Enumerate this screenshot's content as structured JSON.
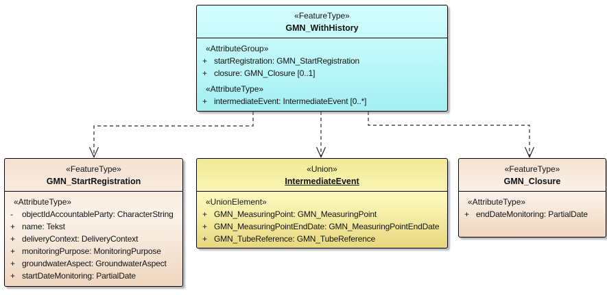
{
  "diagram": {
    "kind": "uml-class-diagram",
    "colors": {
      "canvas_bg": "#ffffff",
      "border": "#000000",
      "shadow": "#7d7d7d",
      "connector": "#262626",
      "text": "#111111"
    },
    "classes": [
      {
        "stereotype": "«FeatureType»",
        "name": "GMN_WithHistory",
        "name_underline": false,
        "fill": {
          "top": "#d4fdfe",
          "mid": "#c0f8fa",
          "bottom": "#a4efF3"
        },
        "sections": [
          {
            "stereotype": "«AttributeGroup»",
            "attributes": [
              {
                "visibility": "+",
                "text": "startRegistration: GMN_StartRegistration"
              },
              {
                "visibility": "+",
                "text": "closure: GMN_Closure [0..1]"
              }
            ]
          },
          {
            "stereotype": "«AttributeType»",
            "attributes": [
              {
                "visibility": "+",
                "text": "intermediateEvent: IntermediateEvent [0..*]"
              }
            ]
          }
        ]
      },
      {
        "stereotype": "«FeatureType»",
        "name": "GMN_StartRegistration",
        "name_underline": false,
        "fill": {
          "top": "#f5e2d1",
          "mid": "#fbf2e9",
          "bottom": "#efd6bf"
        },
        "sections": [
          {
            "stereotype": "«AttributeType»",
            "attributes": [
              {
                "visibility": "-",
                "text": "objectIdAccountableParty: CharacterString"
              },
              {
                "visibility": "+",
                "text": "name: Tekst"
              },
              {
                "visibility": "+",
                "text": "deliveryContext: DeliveryContext"
              },
              {
                "visibility": "+",
                "text": "monitoringPurpose: MonitoringPurpose"
              },
              {
                "visibility": "+",
                "text": "groundwaterAspect: GroundwaterAspect"
              },
              {
                "visibility": "+",
                "text": "startDateMonitoring: PartialDate"
              }
            ]
          }
        ]
      },
      {
        "stereotype": "«Union»",
        "name": "IntermediateEvent",
        "name_underline": true,
        "fill": {
          "top": "#f1e995",
          "mid": "#fcf8bb",
          "bottom": "#e8d77d"
        },
        "sections": [
          {
            "stereotype": "«UnionElement»",
            "attributes": [
              {
                "visibility": "+",
                "text": "GMN_MeasuringPoint: GMN_MeasuringPoint"
              },
              {
                "visibility": "+",
                "text": "GMN_MeasuringPointEndDate: GMN_MeasuringPointEndDate"
              },
              {
                "visibility": "+",
                "text": "GMN_TubeReference: GMN_TubeReference"
              }
            ]
          }
        ]
      },
      {
        "stereotype": "«FeatureType»",
        "name": "GMN_Closure",
        "name_underline": false,
        "fill": {
          "top": "#f5e2d1",
          "mid": "#fbf2e9",
          "bottom": "#efd6bf"
        },
        "sections": [
          {
            "stereotype": "«AttributeType»",
            "attributes": [
              {
                "visibility": "+",
                "text": "endDateMonitoring: PartialDate"
              }
            ]
          }
        ]
      }
    ],
    "connectors": [
      {
        "from": "GMN_WithHistory",
        "to": "GMN_StartRegistration",
        "type": "dashed-dependency-arrow"
      },
      {
        "from": "GMN_WithHistory",
        "to": "IntermediateEvent",
        "type": "dashed-dependency-arrow"
      },
      {
        "from": "GMN_WithHistory",
        "to": "GMN_Closure",
        "type": "dashed-dependency-arrow"
      }
    ]
  }
}
